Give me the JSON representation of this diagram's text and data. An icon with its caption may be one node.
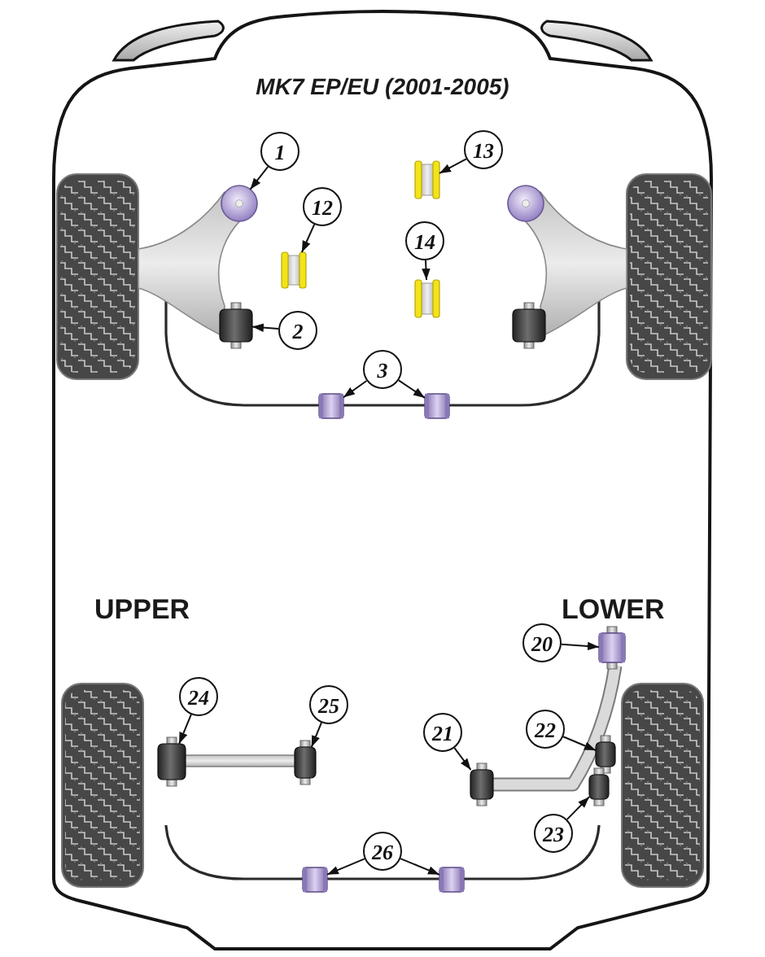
{
  "diagram": {
    "title": "MK7 EP/EU (2001-2005)",
    "nodes": [
      {
        "text": [
          "1"
        ]
      },
      {
        "text": [
          "13"
        ]
      },
      {
        "text": [],
        "shape": "circle"
      },
      {
        "text": [],
        "shape": "picture"
      },
      {
        "text": [],
        "shape": "circle"
      },
      {
        "text": [
          "12"
        ]
      },
      {
        "text": [
          "14"
        ]
      },
      {
        "text": [],
        "shape": "picture"
      },
      {
        "text": [],
        "shape": "picture"
      },
      {
        "text": [],
        "shape": "picture"
      },
      {
        "text": [],
        "shape": "picture"
      },
      {
        "text": [
          "2"
        ]
      },
      {
        "text": [
          "3"
        ]
      },
      {
        "text": [],
        "shape": "picture"
      },
      {
        "text": [],
        "shape": "picture"
      },
      {
        "text": [
          "20"
        ]
      },
      {
        "text": [],
        "shape": "picture"
      },
      {
        "text": [
          "24"
        ]
      },
      {
        "text": [
          "25"
        ]
      },
      {
        "text": [
          "22"
        ]
      },
      {
        "text": [
          "21"
        ]
      },
      {
        "text": [],
        "shape": "picture"
      },
      {
        "text": [],
        "shape": "picture"
      },
      {
        "text": [],
        "shape": "picture"
      },
      {
        "text": [],
        "shape": "picture"
      },
      {
        "text": [],
        "shape": "picture"
      },
      {
        "text": [
          "23"
        ]
      },
      {
        "text": [
          "26"
        ]
      },
      {
        "text": [],
        "shape": "picture"
      },
      {
        "text": [],
        "shape": "picture"
      }
    ],
    "edges": [
      {
        "from": 0,
        "to": 2,
        "arrow": "to"
      },
      {
        "from": 1,
        "to": 3,
        "arrow": "to"
      },
      {
        "from": 5,
        "to": 7,
        "arrow": "to"
      },
      {
        "from": 6,
        "to": 8,
        "arrow": "to"
      },
      {
        "from": 11,
        "to": 9,
        "arrow": "to"
      },
      {
        "from": 12,
        "to": 13,
        "arrow": "to"
      },
      {
        "from": 12,
        "to": 14,
        "arrow": "to"
      },
      {
        "from": 15,
        "to": 16,
        "arrow": "to"
      },
      {
        "from": 17,
        "to": 22,
        "arrow": "to"
      },
      {
        "from": 18,
        "to": 23,
        "arrow": "to"
      },
      {
        "from": 19,
        "to": 21,
        "arrow": "to"
      },
      {
        "from": 20,
        "to": 24,
        "arrow": "to"
      },
      {
        "from": 26,
        "to": 25,
        "arrow": "to"
      },
      {
        "from": 27,
        "to": 28,
        "arrow": "to"
      },
      {
        "from": 27,
        "to": 29,
        "arrow": "to"
      }
    ],
    "labels": [
      "UPPER",
      "LOWER"
    ]
  }
}
